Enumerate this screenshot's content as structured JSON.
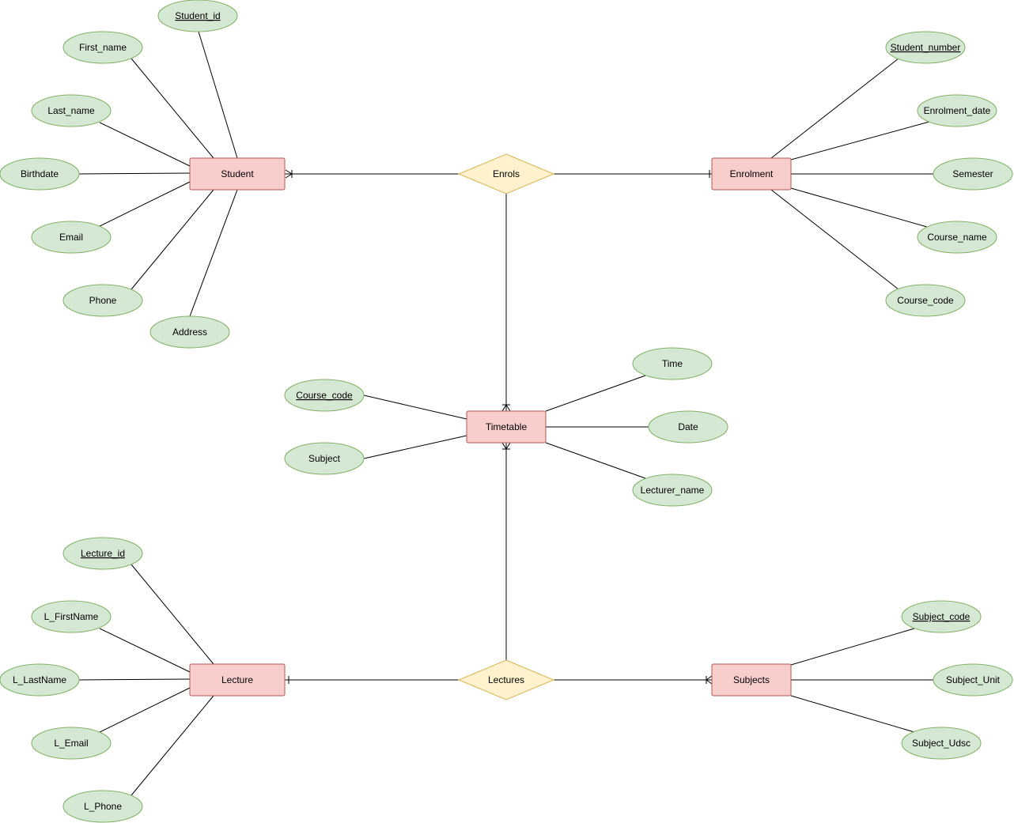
{
  "colors": {
    "entity_fill": "#f8cecc",
    "entity_stroke": "#b85450",
    "attribute_fill": "#d5e8d4",
    "attribute_stroke": "#82b366",
    "relationship_fill": "#fff2cc",
    "relationship_stroke": "#d6b656",
    "line": "#000000",
    "background": "#ffffff"
  },
  "entities": {
    "student": "Student",
    "enrolment": "Enrolment",
    "timetable": "Timetable",
    "lecture": "Lecture",
    "subjects": "Subjects"
  },
  "relationships": {
    "enrols": "Enrols",
    "lectures": "Lectures"
  },
  "attributes": {
    "student_id": "Student_id",
    "first_name": "First_name",
    "last_name": "Last_name",
    "birthdate": "Birthdate",
    "email": "Email",
    "phone": "Phone",
    "address": "Address",
    "student_number": "Student_number",
    "enrolment_date": "Enrolment_date",
    "semester": "Semester",
    "course_name": "Course_name",
    "enrol_course_code": "Course_code",
    "tt_course_code": "Course_code",
    "tt_subject": "Subject",
    "tt_time": "Time",
    "tt_date": "Date",
    "tt_lecturer_name": "Lecturer_name",
    "lecture_id": "Lecture_id",
    "l_firstname": "L_FirstName",
    "l_lastname": "L_LastName",
    "l_email": "L_Email",
    "l_phone": "L_Phone",
    "subject_code": "Subject_code",
    "subject_unit": "Subject_Unit",
    "subject_udsc": "Subject_Udsc"
  }
}
